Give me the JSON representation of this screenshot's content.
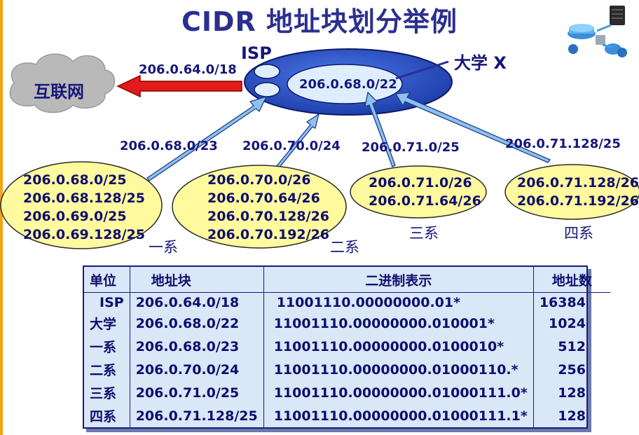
{
  "title": "CIDR 地址块划分举例",
  "internet": {
    "label": "互联网"
  },
  "isp": {
    "label": "ISP",
    "route_label": "206.0.64.0/18"
  },
  "university": {
    "label": "大学 X",
    "block": "206.0.68.0/22"
  },
  "departments": [
    {
      "name": "一系",
      "link_label": "206.0.68.0/23",
      "subnets": [
        "206.0.68.0/25",
        "206.0.68.128/25",
        "206.0.69.0/25",
        "206.0.69.128/25"
      ]
    },
    {
      "name": "二系",
      "link_label": "206.0.70.0/24",
      "subnets": [
        "206.0.70.0/26",
        "206.0.70.64/26",
        "206.0.70.128/26",
        "206.0.70.192/26"
      ]
    },
    {
      "name": "三系",
      "link_label": "206.0.71.0/25",
      "subnets": [
        "206.0.71.0/26",
        "206.0.71.64/26"
      ]
    },
    {
      "name": "四系",
      "link_label": "206.0.71.128/25",
      "subnets": [
        "206.0.71.128/26",
        "206.0.71.192/26"
      ]
    }
  ],
  "table": {
    "headers": [
      "单位",
      "地址块",
      "二进制表示",
      "地址数"
    ],
    "rows": [
      [
        "ISP",
        "206.0.64.0/18",
        "11001110.00000000.01*",
        "16384"
      ],
      [
        "大学",
        "206.0.68.0/22",
        "11001110.00000000.010001*",
        "1024"
      ],
      [
        "一系",
        "206.0.68.0/23",
        "11001110.00000000.0100010*",
        "512"
      ],
      [
        "二系",
        "206.0.70.0/24",
        "11001110.00000000.01000110.*",
        "256"
      ],
      [
        "三系",
        "206.0.71.0/25",
        "11001110.00000000.01000111.0*",
        "128"
      ],
      [
        "四系",
        "206.0.71.128/25",
        "11001110.00000000.01000111.1*",
        "128"
      ]
    ]
  },
  "colors": {
    "title": "#2b2f8f",
    "isp_fill": "#2f54c8",
    "university_fill": "#dfeeff",
    "dept_fill": "#fffa9e",
    "arrow_fill": "#8fc0ee",
    "internet_arrow": "#e21a1a",
    "cloud_fill": "#b9b9b9",
    "table_bg": "#d9e7f7"
  },
  "icons": [
    "network-devices-icon"
  ]
}
